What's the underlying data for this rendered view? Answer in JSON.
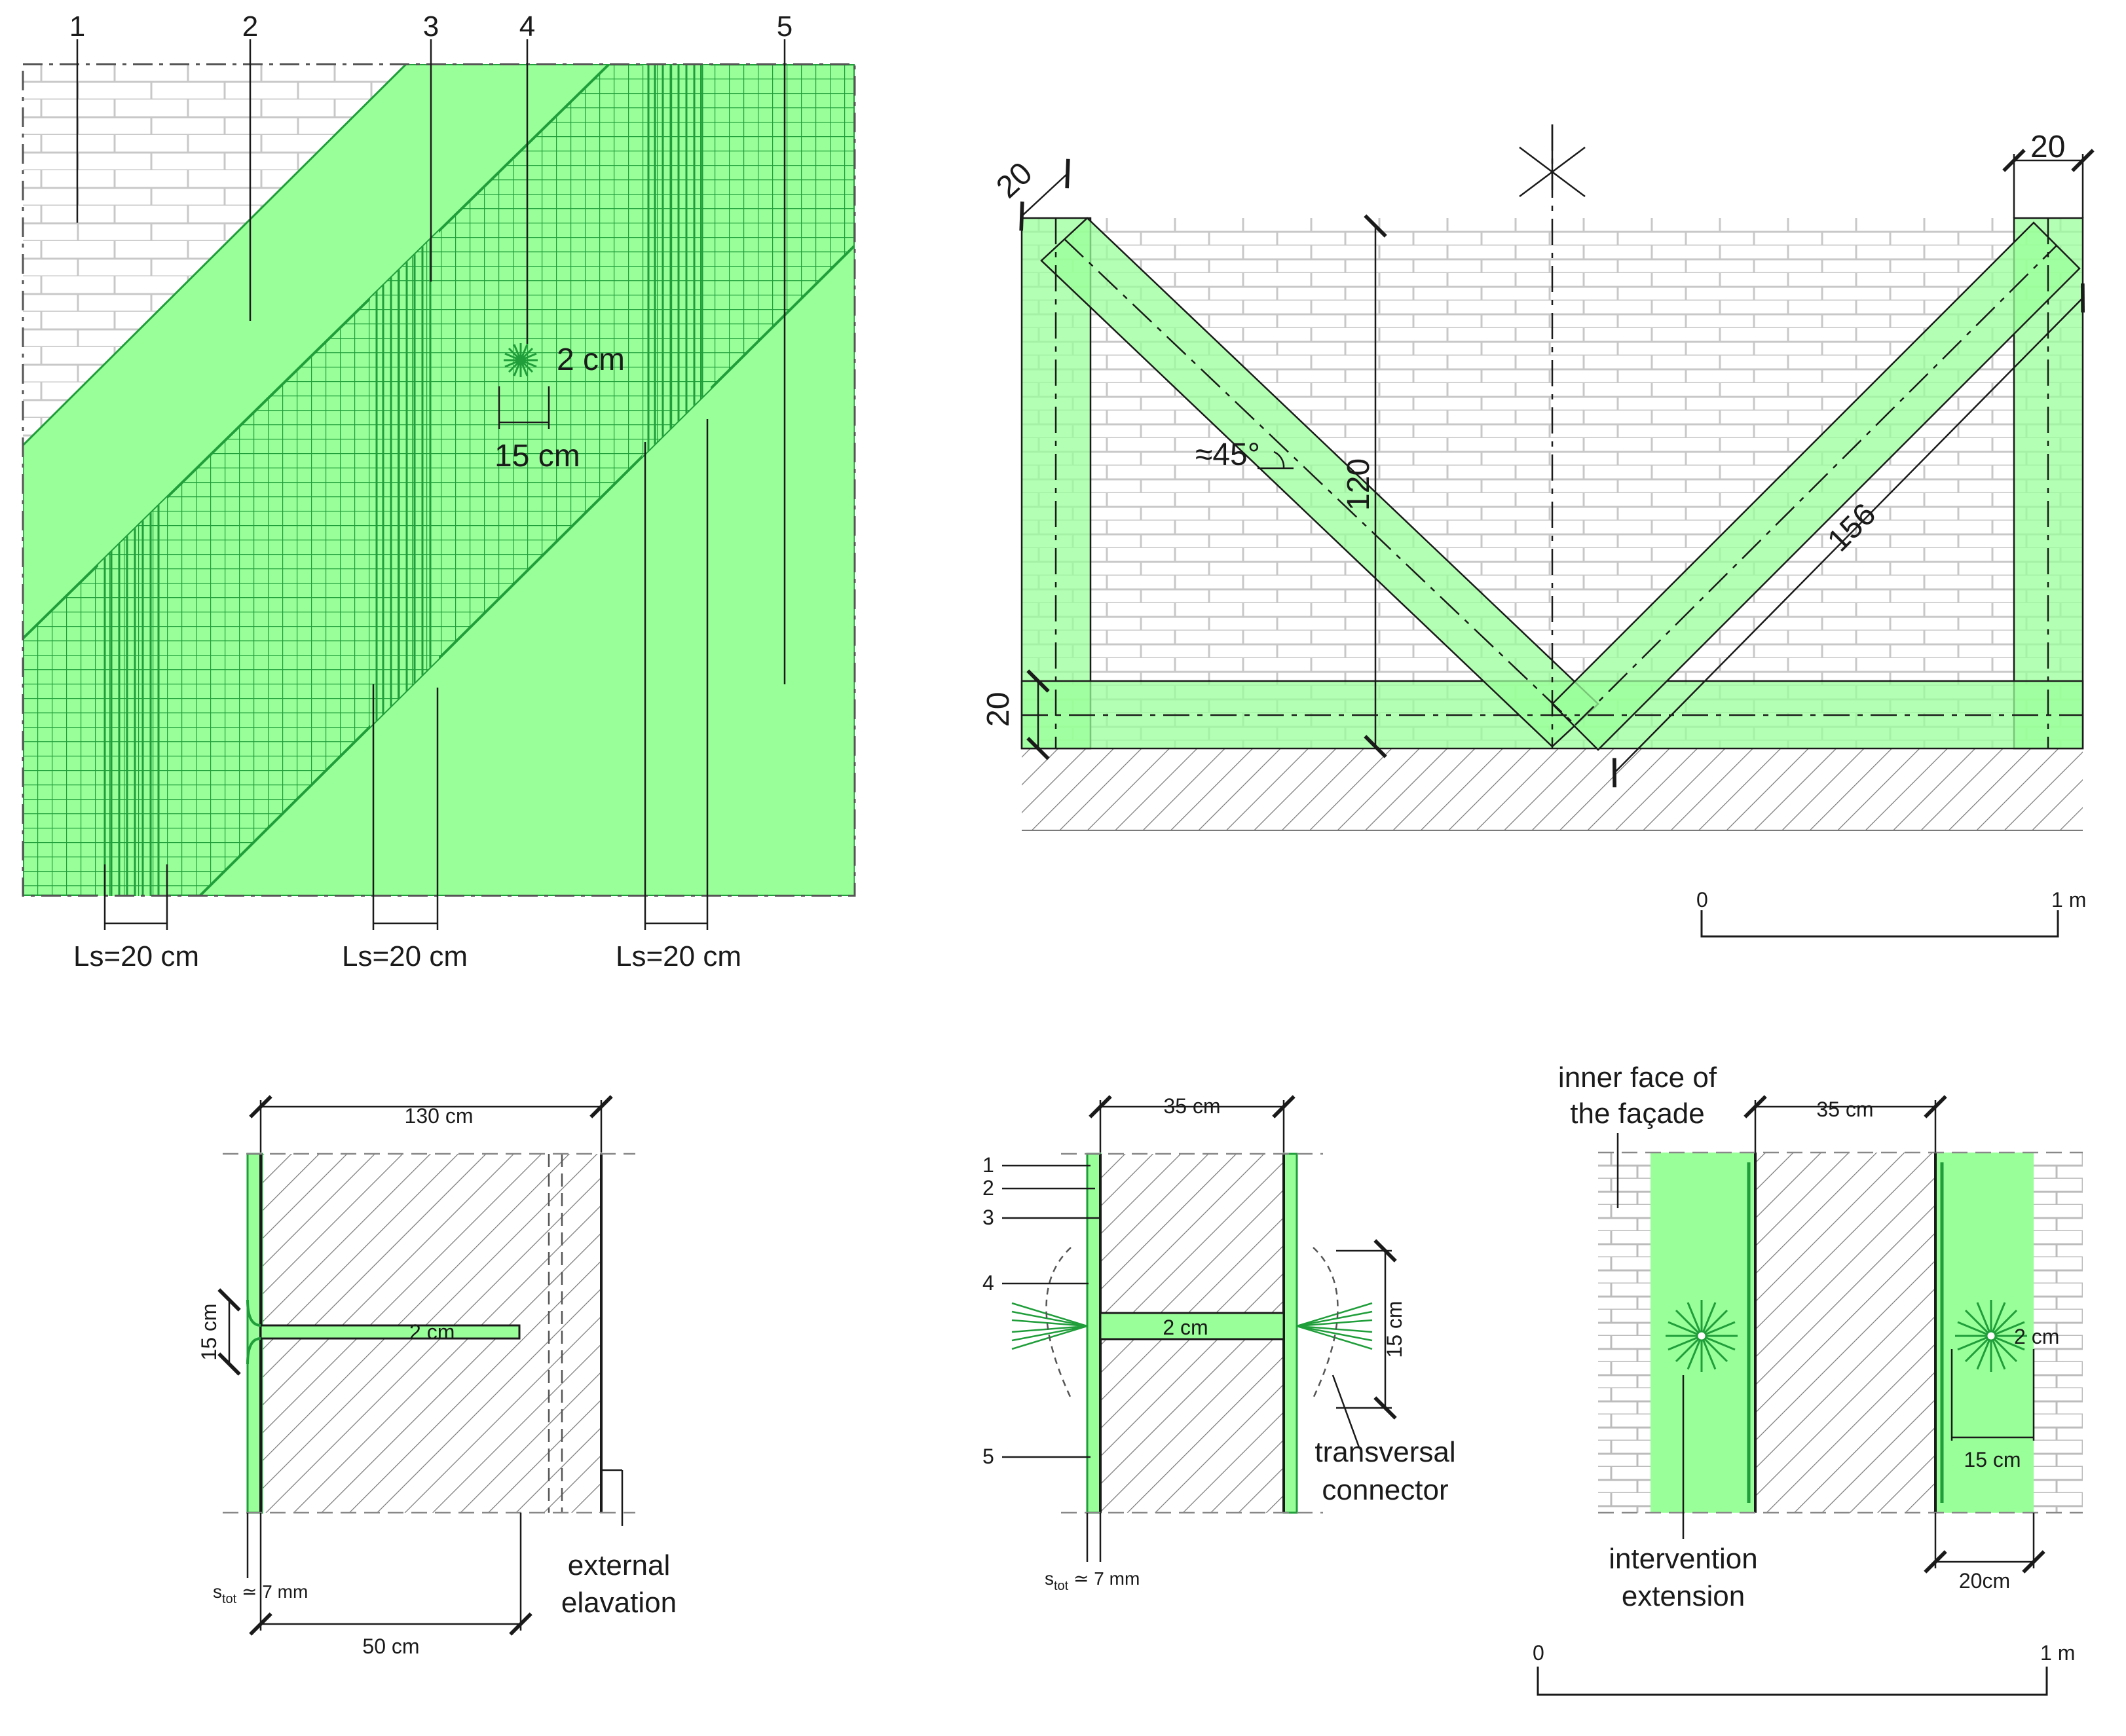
{
  "panel_a": {
    "numbers": [
      "1",
      "2",
      "3",
      "4",
      "5"
    ],
    "dim_connector": "2 cm",
    "dim_pitch": "15 cm",
    "ls_labels": [
      "Ls=20 cm",
      "Ls=20 cm",
      "Ls=20 cm"
    ]
  },
  "panel_b": {
    "dim_left_top": "20",
    "dim_right_top": "20",
    "dim_bottom": "20",
    "dim_height": "120",
    "dim_diag": "156",
    "angle": "≈45°",
    "scale_0": "0",
    "scale_1": "1 m"
  },
  "panel_c": {
    "dim_width": "130 cm",
    "dim_gap": "15 cm",
    "dim_connector": "2 cm",
    "dim_thickness": "s",
    "dim_thickness_sub": "tot",
    "dim_thickness_rest": " ≃ 7 mm",
    "dim_depth": "50 cm",
    "external_1": "external",
    "external_2": "elavation"
  },
  "panel_d": {
    "dim_width": "35 cm",
    "numbers": [
      "1",
      "2",
      "3",
      "4",
      "5"
    ],
    "dim_connector": "2 cm",
    "dim_gap": "15 cm",
    "dim_thickness": "s",
    "dim_thickness_sub": "tot",
    "dim_thickness_rest": " ≃ 7 mm",
    "connector_1": "transversal",
    "connector_2": "connector"
  },
  "panel_e": {
    "inner_1": "inner face of",
    "inner_2": "the façade",
    "dim_width": "35 cm",
    "dim_connector": "2 cm",
    "dim_pitch": "15 cm",
    "dim_band": "20cm",
    "intervention_1": "intervention",
    "intervention_2": "extension",
    "scale_0": "0",
    "scale_1": "1 m"
  },
  "colors": {
    "frcm_green": "#99ff99",
    "mesh_green": "#1f9e3a",
    "brick_line": "#c8c8c8",
    "ink": "#1a1a1a"
  }
}
